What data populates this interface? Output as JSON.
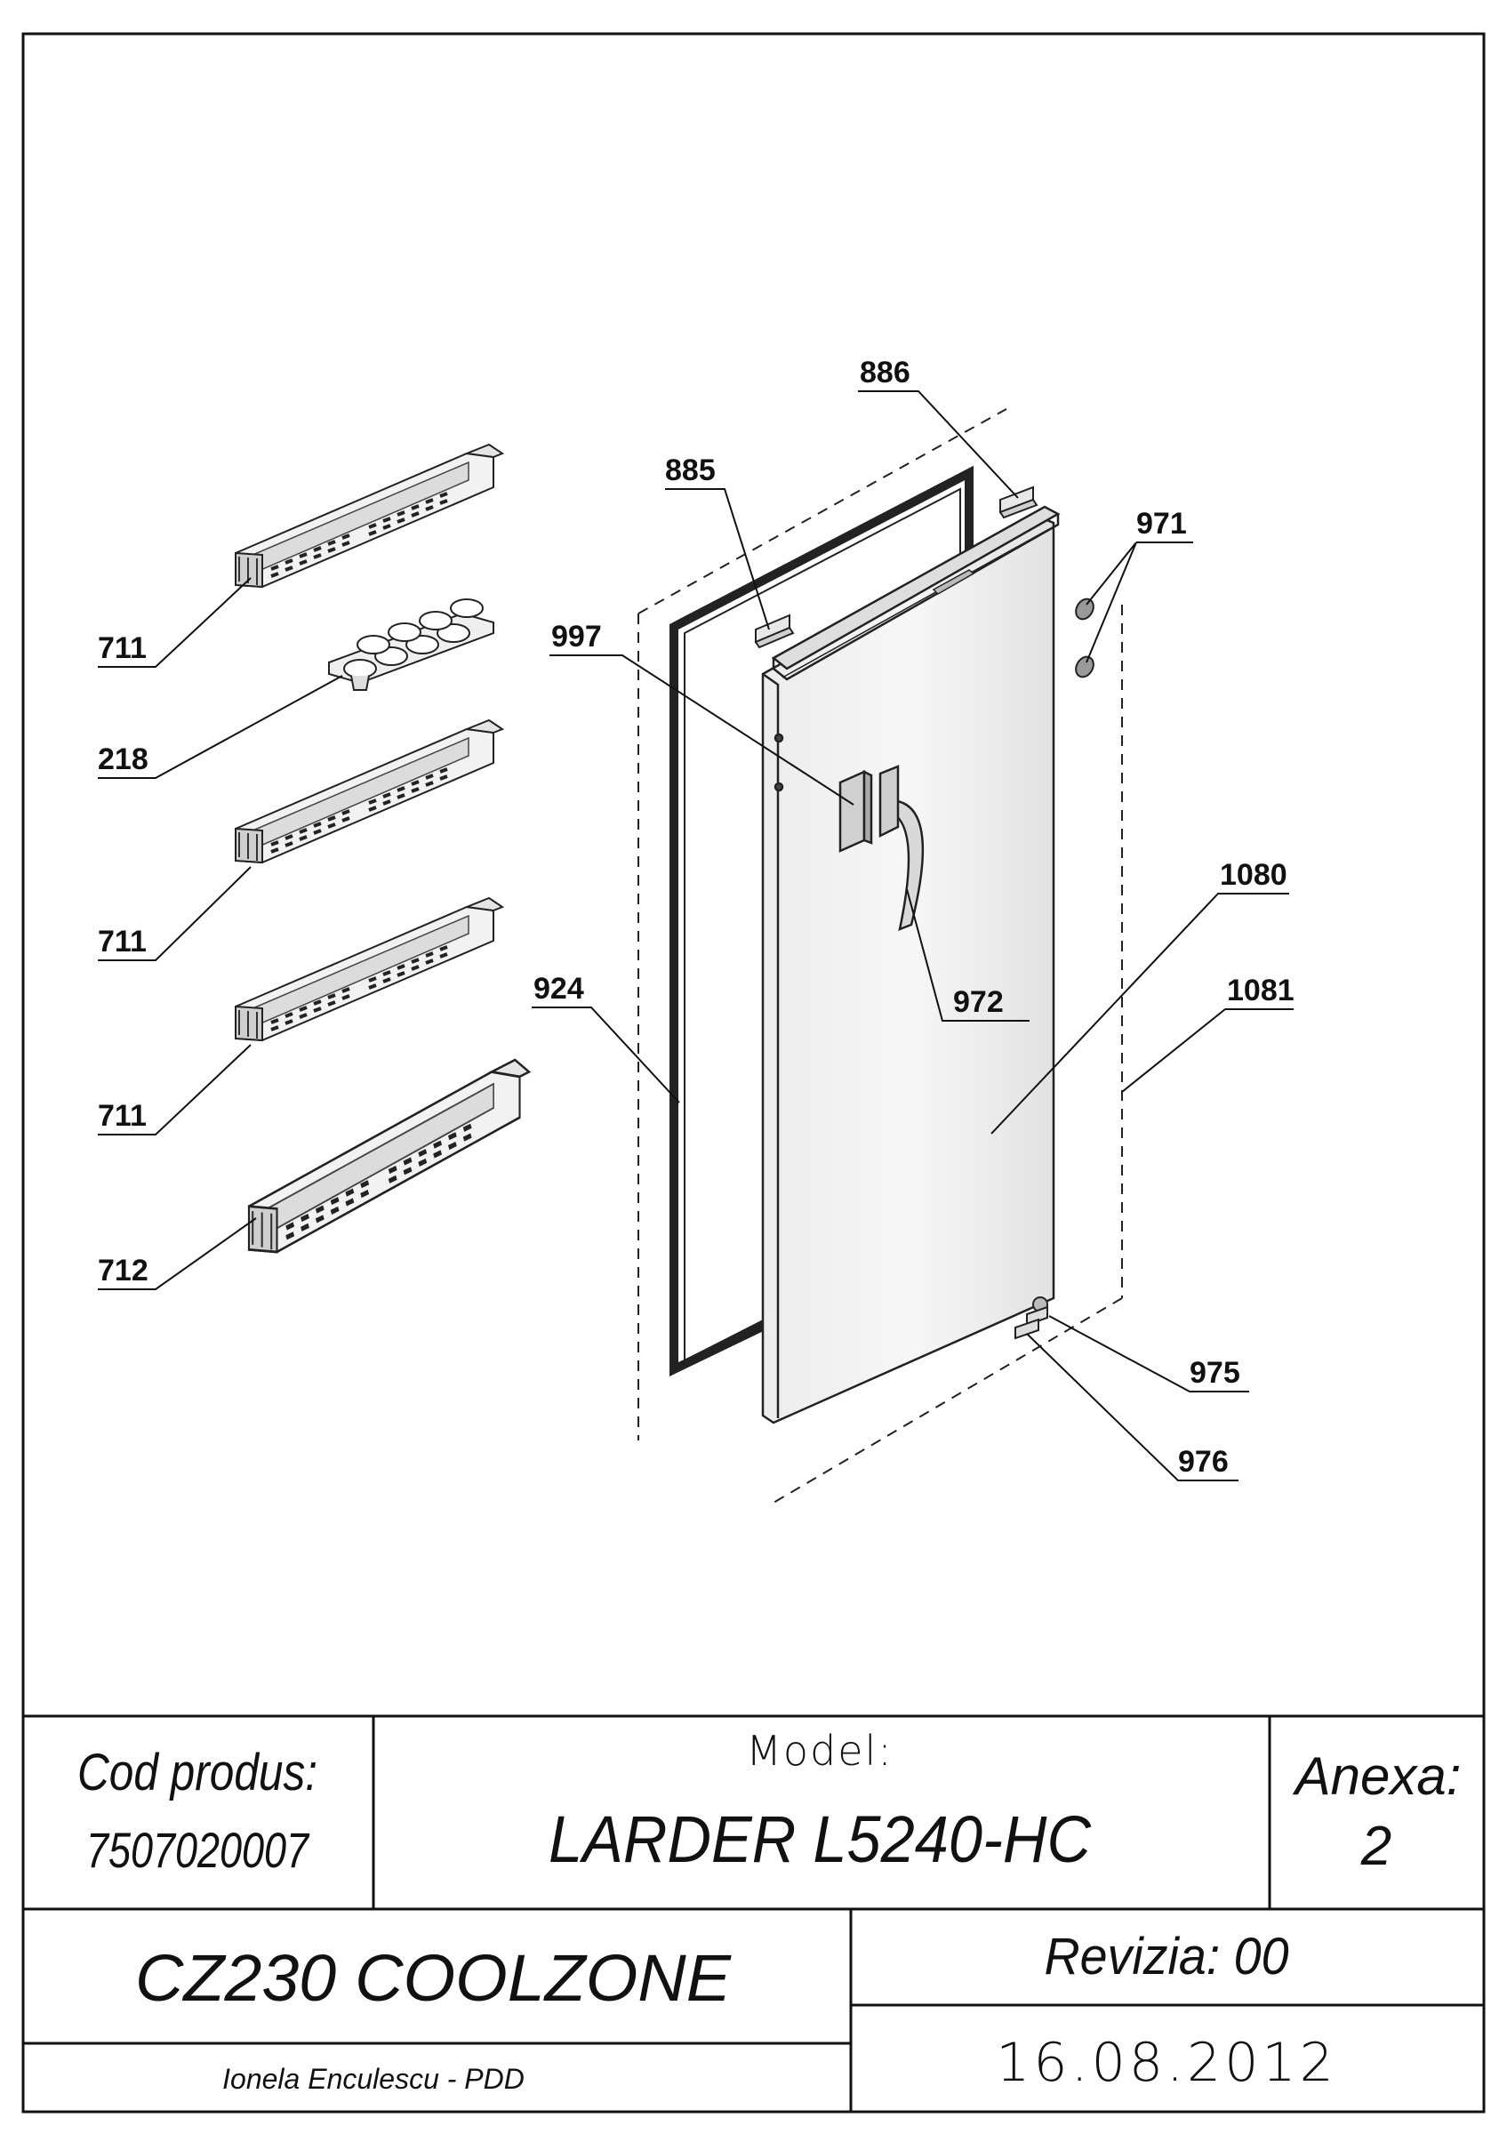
{
  "callouts": {
    "c886": "886",
    "c885": "885",
    "c971": "971",
    "c997": "997",
    "c711a": "711",
    "c218": "218",
    "c711b": "711",
    "c711c": "711",
    "c712": "712",
    "c924": "924",
    "c972": "972",
    "c1080": "1080",
    "c1081": "1081",
    "c975": "975",
    "c976": "976"
  },
  "title_block": {
    "cod_produs_label": "Cod produs:",
    "cod_produs_value": "7507020007",
    "model_label": "Model:",
    "model_value": "LARDER L5240-HC",
    "anexa_label": "Anexa:",
    "anexa_value": "2",
    "product_name": "CZ230 COOLZONE",
    "revizia": "Revizia: 00",
    "author": "Ionela Enculescu - PDD",
    "date": "16.08.2012"
  }
}
